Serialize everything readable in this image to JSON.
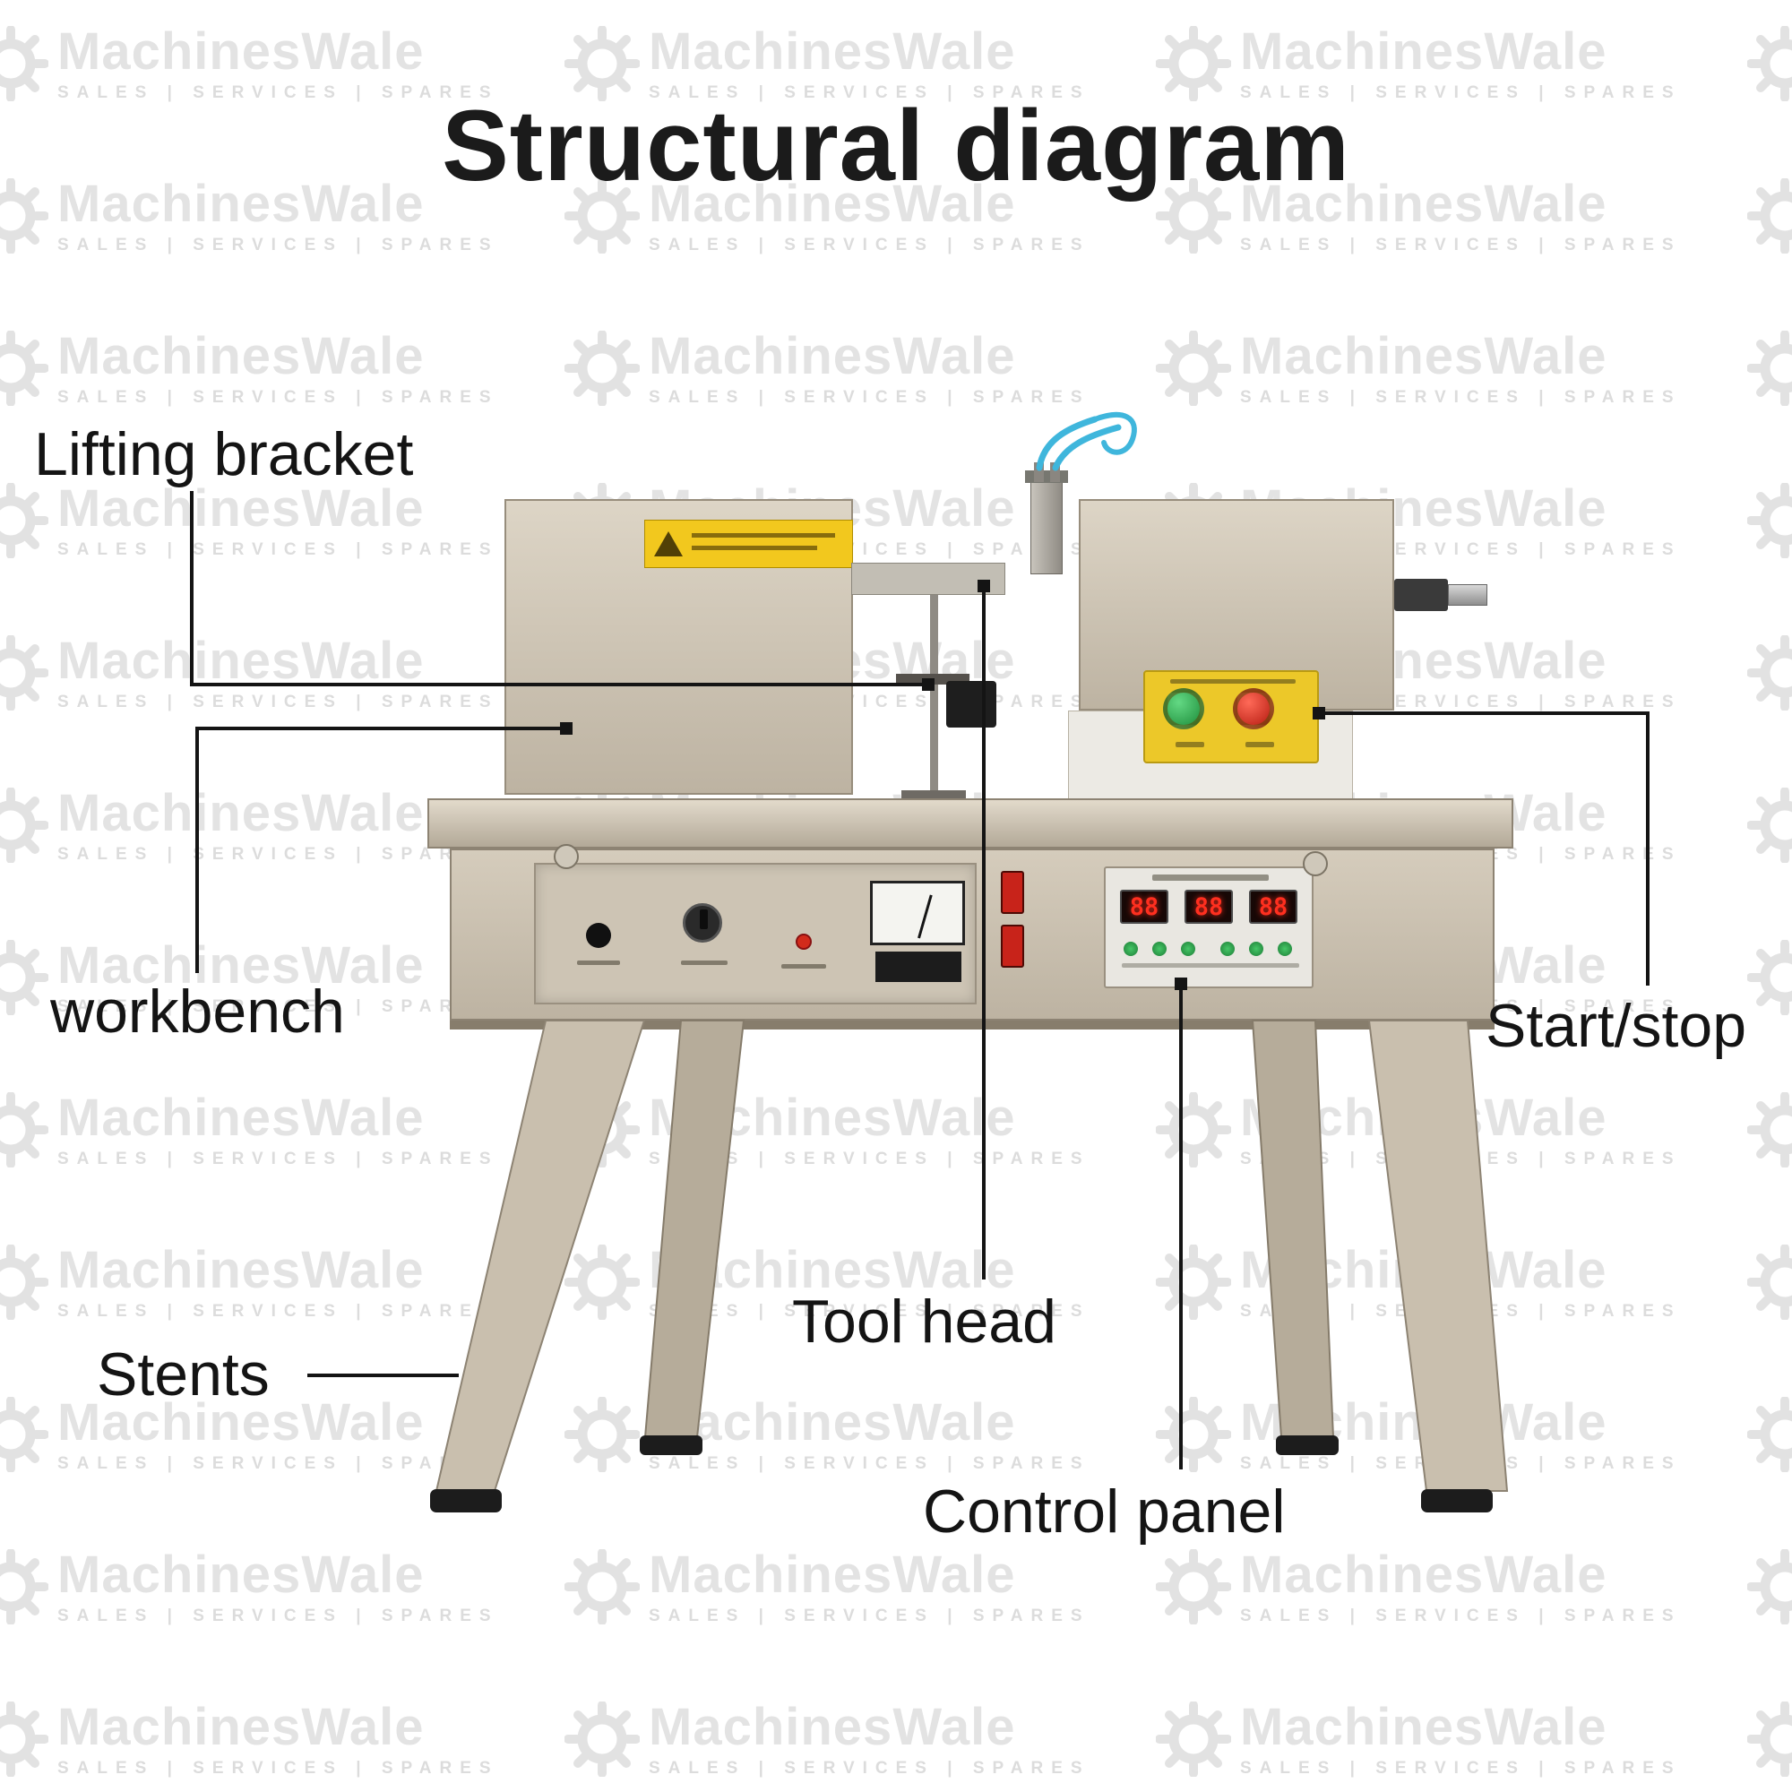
{
  "title": "Structural diagram",
  "watermark": {
    "brand": "MachinesWale",
    "tagline": "SALES  |  SERVICES  |  SPARES"
  },
  "labels": {
    "lifting_bracket": "Lifting bracket",
    "workbench": "workbench",
    "stents": "Stents",
    "tool_head": "Tool head",
    "control_panel": "Control panel",
    "start_stop": "Start/stop"
  },
  "machine": {
    "display_digits": [
      "88",
      "88",
      "88"
    ],
    "colors": {
      "body_beige": "#cfc5b4",
      "warning_yellow": "#f2c81e",
      "button_panel_yellow": "#ecc829",
      "start_button_green": "#2fae4a",
      "stop_button_red": "#c8231a",
      "display_red": "#ff2f1f",
      "tube_blue": "#3fb6dc"
    }
  }
}
